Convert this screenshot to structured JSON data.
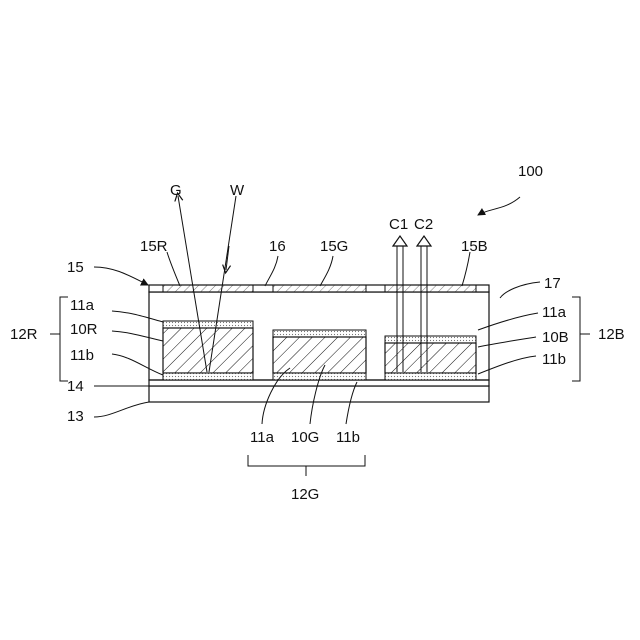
{
  "labels": {
    "ref_100": "100",
    "ref_17": "17",
    "ref_16": "16",
    "ref_15": "15",
    "ref_15R": "15R",
    "ref_15G": "15G",
    "ref_15B": "15B",
    "ref_14": "14",
    "ref_13": "13",
    "ref_12R": "12R",
    "ref_12G": "12G",
    "ref_12B": "12B",
    "ref_10R": "10R",
    "ref_10G": "10G",
    "ref_10B": "10B",
    "ref_11a_left": "11a",
    "ref_11b_left": "11b",
    "ref_11a_right": "11a",
    "ref_11b_right": "11b",
    "ref_11a_bottom": "11a",
    "ref_11b_bottom": "11b",
    "ray_G": "G",
    "ray_W": "W",
    "ray_C1": "C1",
    "ray_C2": "C2"
  }
}
